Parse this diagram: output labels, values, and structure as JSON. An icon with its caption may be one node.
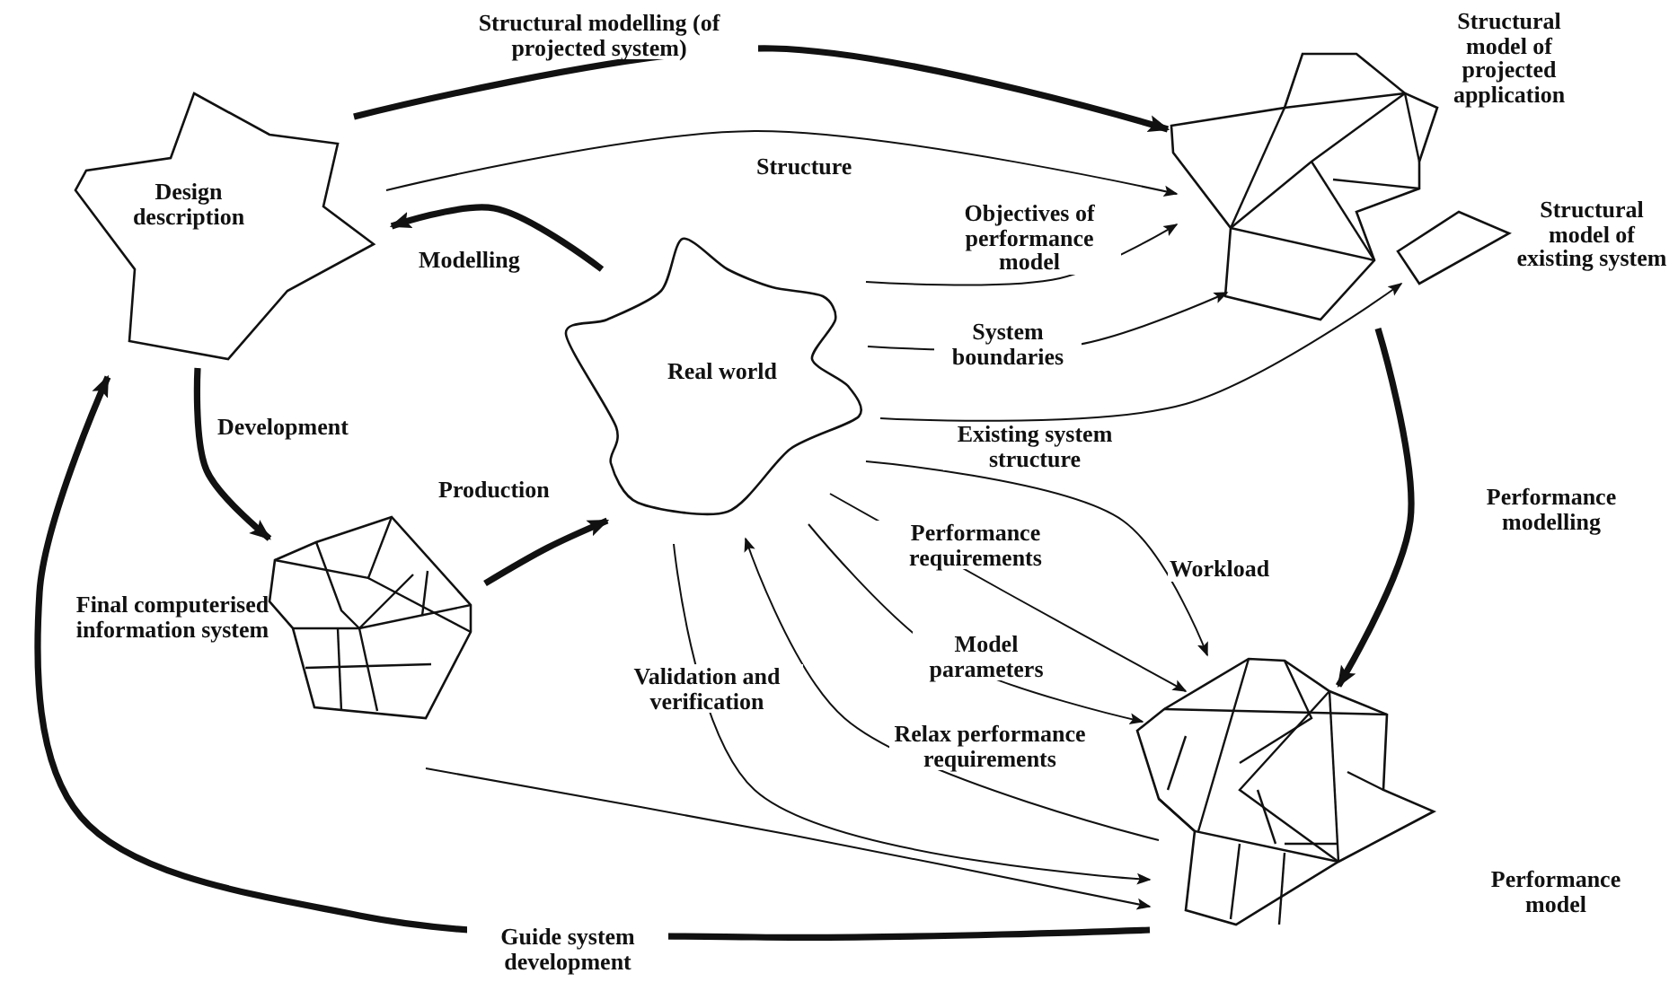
{
  "diagram": {
    "nodes": [
      {
        "text": [
          "Design description"
        ]
      },
      {
        "text": [
          "Real world"
        ]
      },
      {
        "text": [
          "Structural model of projected application"
        ]
      },
      {
        "text": [
          "Structural model of existing system"
        ]
      },
      {
        "text": [
          "Final computerised information system"
        ]
      },
      {
        "text": [
          "Performance model"
        ]
      }
    ],
    "edges": [
      {
        "from": 0,
        "to": 2,
        "arrow": "to",
        "label": "Structural modelling (of projected system)",
        "style": "thick"
      },
      {
        "from": 0,
        "to": 2,
        "arrow": "to",
        "label": "Structure"
      },
      {
        "from": 1,
        "to": 0,
        "arrow": "to",
        "label": "Modelling",
        "style": "thick"
      },
      {
        "from": 1,
        "to": 2,
        "arrow": "to",
        "label": "Objectives of performance model"
      },
      {
        "from": 1,
        "to": 2,
        "arrow": "to",
        "label": "System boundaries"
      },
      {
        "from": 1,
        "to": 3,
        "arrow": "to",
        "label": "Existing system structure"
      },
      {
        "from": 0,
        "to": 4,
        "arrow": "to",
        "label": "Development",
        "style": "thick"
      },
      {
        "from": 4,
        "to": 1,
        "arrow": "to",
        "label": "Production",
        "style": "thick"
      },
      {
        "from": 2,
        "to": 5,
        "arrow": "to",
        "label": "Performance modelling",
        "style": "thick"
      },
      {
        "from": 1,
        "to": 5,
        "arrow": "to",
        "label": "Performance requirements"
      },
      {
        "from": 1,
        "to": 5,
        "arrow": "to",
        "label": "Workload"
      },
      {
        "from": 1,
        "to": 5,
        "arrow": "to",
        "label": "Model parameters"
      },
      {
        "from": 5,
        "to": 1,
        "arrow": "to",
        "label": "Relax performance requirements"
      },
      {
        "from": 1,
        "to": 5,
        "arrow": "to",
        "label": "Validation and verification"
      },
      {
        "from": 4,
        "to": 5,
        "arrow": "to"
      },
      {
        "from": 5,
        "to": 0,
        "arrow": "to",
        "label": "Guide system development",
        "style": "thick"
      }
    ]
  }
}
